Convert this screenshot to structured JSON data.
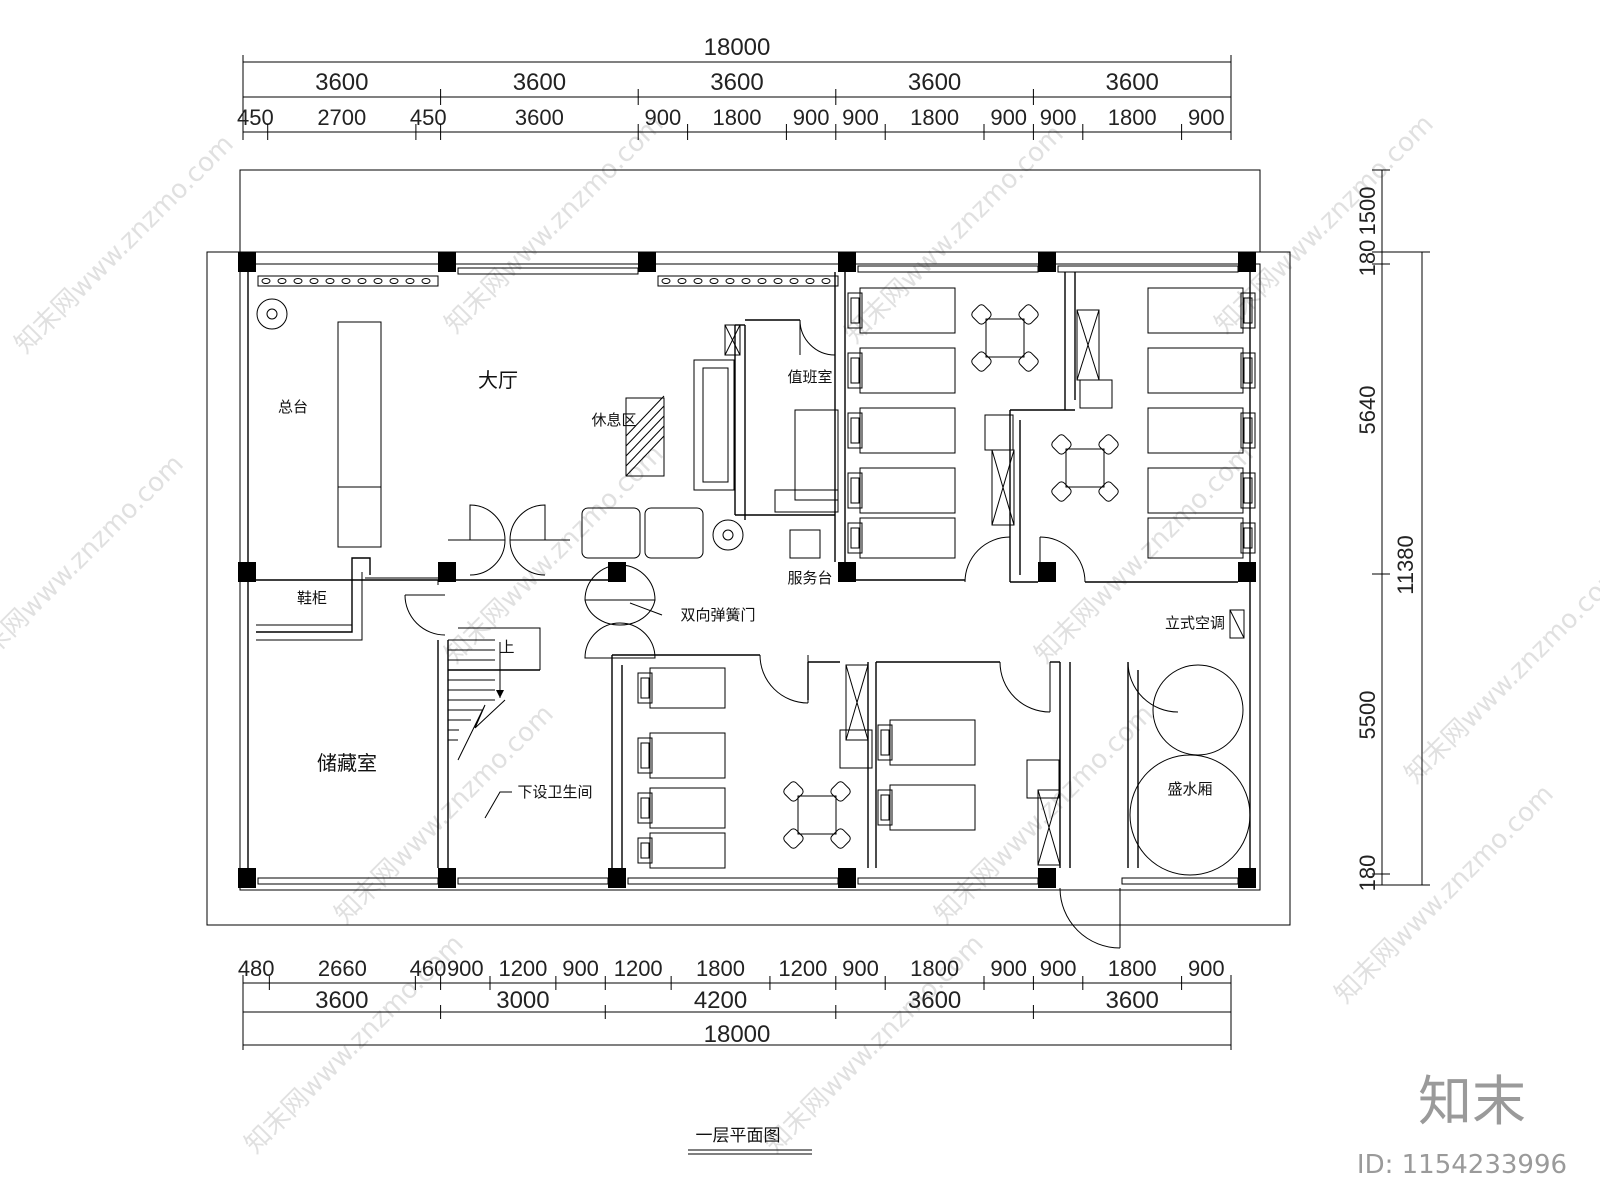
{
  "drawing": {
    "title": "一层平面图"
  },
  "dimensions": {
    "top_total": "18000",
    "top_row1": [
      "3600",
      "3600",
      "3600",
      "3600",
      "3600"
    ],
    "top_row2": [
      "450",
      "2700",
      "450",
      "3600",
      "900",
      "1800",
      "900",
      "900",
      "1800",
      "900",
      "900",
      "1800",
      "900"
    ],
    "bottom_row1": [
      "480",
      "2660",
      "460",
      "900",
      "1200",
      "900",
      "1200",
      "1800",
      "1200",
      "900",
      "1800",
      "900",
      "900",
      "1800",
      "900"
    ],
    "bottom_row2": [
      "3600",
      "3000",
      "4200",
      "3600",
      "3600"
    ],
    "bottom_total": "18000",
    "right_segments": [
      "1500",
      "180",
      "5640",
      "5500",
      "180"
    ],
    "right_total": "11380"
  },
  "rooms": {
    "hall": "大厅",
    "front_desk": "总台",
    "rest_area": "休息区",
    "duty_room": "值班室",
    "service_desk": "服务台",
    "shoe_cabinet": "鞋柜",
    "double_door": "双向弹簧门",
    "standing_ac": "立式空调",
    "storage": "储藏室",
    "stair_up": "上",
    "toilet_below": "下设卫生间",
    "water_tank": "盛水厢"
  },
  "watermark": {
    "text": "知末网www.znzmo.com",
    "logo": "知末",
    "id": "ID: 1154233996"
  }
}
